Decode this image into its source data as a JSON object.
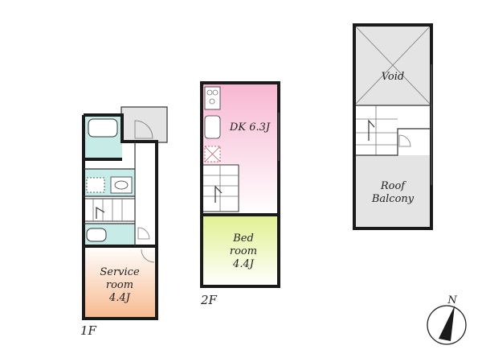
{
  "floors": {
    "f1": {
      "label": "1F",
      "rooms": {
        "service_room": {
          "line1": "Service",
          "line2": "room",
          "line3": "4.4J"
        }
      }
    },
    "f2": {
      "label": "2F",
      "rooms": {
        "dk": {
          "text": "DK 6.3J"
        },
        "bedroom": {
          "line1": "Bed",
          "line2": "room",
          "line3": "4.4J"
        }
      }
    },
    "f3": {
      "rooms": {
        "void": {
          "text": "Void"
        },
        "roof_balcony": {
          "line1": "Roof",
          "line2": "Balcony"
        }
      }
    }
  },
  "compass": {
    "label": "N"
  },
  "colors": {
    "service_room": "#f8c6a0",
    "dk": "#f9c3d8",
    "bedroom": "#e7f2a8",
    "wet_area": "#c7ece8",
    "void_and_roof": "#e4e4e4"
  }
}
